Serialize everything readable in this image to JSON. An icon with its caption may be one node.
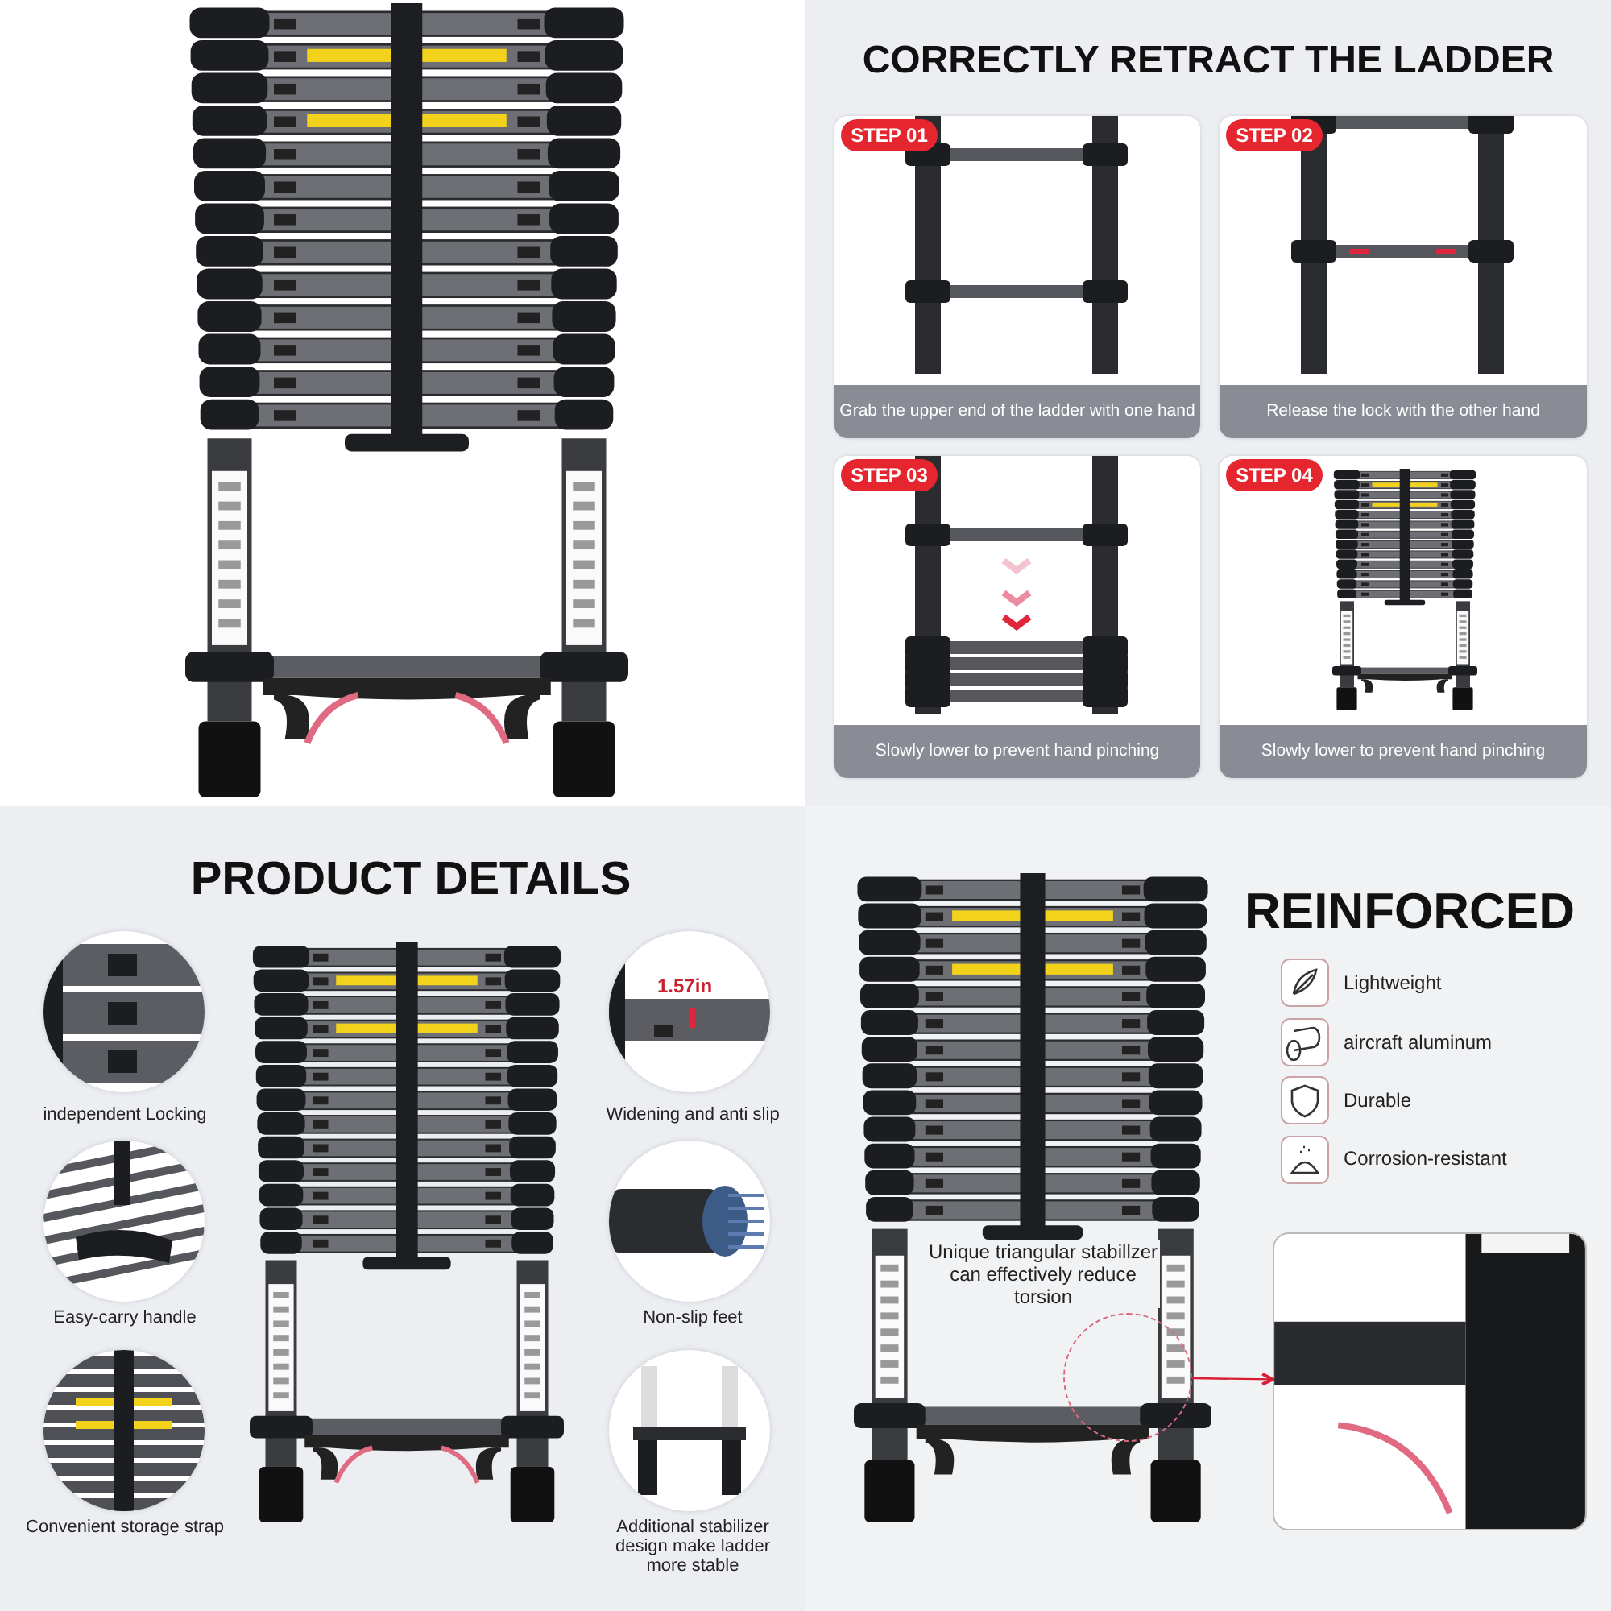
{
  "diagram": {
    "nodes": [
      {
        "text": [
          "STEP 01",
          "Grab the upper end of the ladder with one hand"
        ]
      },
      {
        "text": [
          "STEP 02",
          "Release the lock with the other hand"
        ]
      },
      {
        "text": [
          "STEP 03",
          "Slowly lower to prevent hand pinching"
        ]
      },
      {
        "text": [
          "STEP 04",
          "Slowly lower to prevent hand pinching"
        ]
      },
      {
        "text": [],
        "shape": "picture",
        "beside": [
          "independent Locking"
        ]
      },
      {
        "text": [],
        "shape": "picture",
        "beside": [
          "Widening and anti slip"
        ]
      },
      {
        "text": [],
        "shape": "picture",
        "beside": [
          "Easy-carry handle"
        ]
      },
      {
        "text": [],
        "shape": "picture",
        "beside": [
          "Non-slip feet"
        ]
      },
      {
        "text": [],
        "shape": "picture",
        "beside": [
          "Convenient storage strap"
        ]
      },
      {
        "text": [],
        "shape": "picture",
        "beside": [
          "Additional stabilizer design make ladder more stable"
        ]
      },
      {
        "text": [],
        "shape": "circle"
      },
      {
        "text": [],
        "shape": "picture"
      }
    ],
    "edges": [
      {
        "from": 10,
        "to": 11,
        "arrow": "to"
      }
    ],
    "labels": [
      "CORRECTLY RETRACT THE LADDER",
      "PRODUCT DETAILS",
      "1.57in",
      "REINFORCED",
      "Lightweight",
      "aircraft aluminum",
      "Durable",
      "Corrosion-resistant",
      "Unique triangular stabillzer can effectively reduce torsion"
    ]
  }
}
